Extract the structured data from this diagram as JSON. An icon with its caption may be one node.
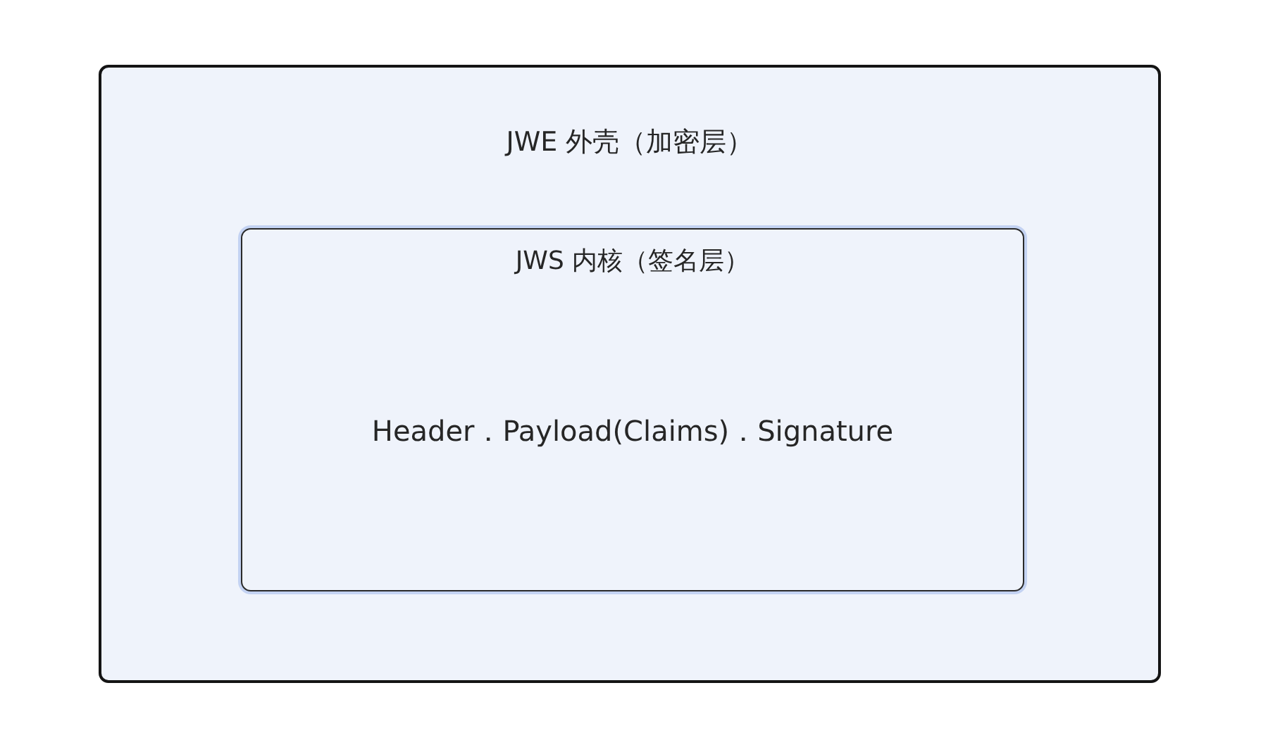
{
  "diagram": {
    "nodes": [
      {
        "text": [
          "JWE 外壳（加密层）"
        ]
      },
      {
        "text": [
          "JWS 内核（签名层）",
          "Header．Payload(Claims)．Signature"
        ],
        "in": 0
      }
    ]
  }
}
